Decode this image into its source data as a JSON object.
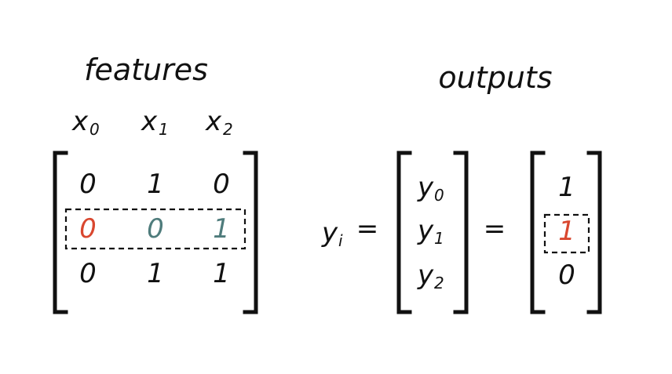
{
  "features_title": "features",
  "outputs_title": "outputs",
  "feature_headers": [
    {
      "base": "x",
      "sub": "0"
    },
    {
      "base": "x",
      "sub": "1"
    },
    {
      "base": "x",
      "sub": "2"
    }
  ],
  "feature_matrix": [
    [
      "0",
      "1",
      "0"
    ],
    [
      "0",
      "0",
      "1"
    ],
    [
      "0",
      "1",
      "1"
    ]
  ],
  "equation": {
    "lhs_base": "y",
    "lhs_sub": "i",
    "equals": "="
  },
  "y_vector": [
    {
      "base": "y",
      "sub": "0"
    },
    {
      "base": "y",
      "sub": "1"
    },
    {
      "base": "y",
      "sub": "2"
    }
  ],
  "output_values": [
    "1",
    "1",
    "0"
  ],
  "colors": {
    "ink": "#111111",
    "highlight_red": "#d9472f",
    "highlight_teal": "#4f7c7c"
  }
}
